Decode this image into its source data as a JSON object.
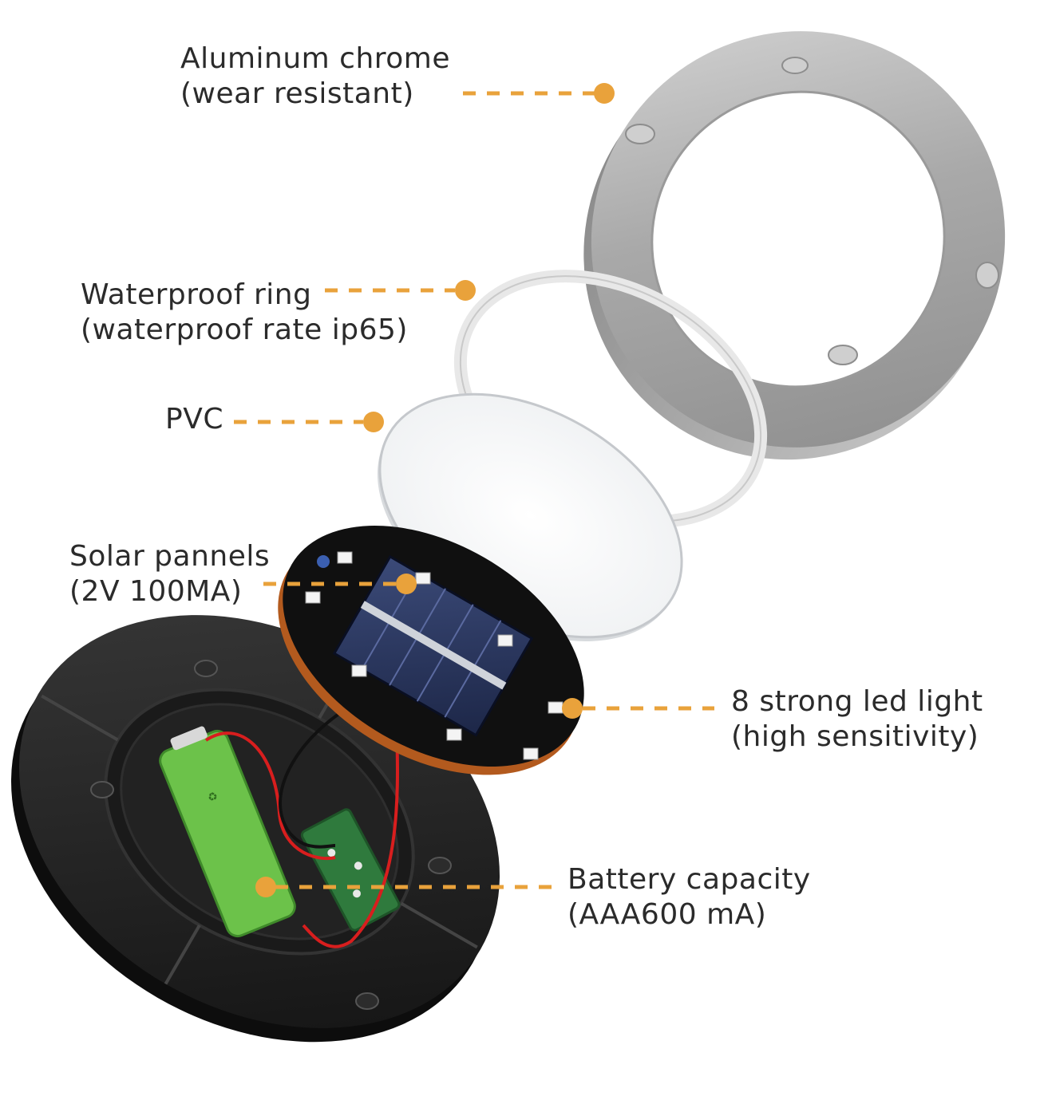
{
  "colors": {
    "callout": "#E9A23B",
    "text": "#2b2b2b",
    "metal": "#b8b8b8",
    "housing": "#1c1c1c",
    "battery": "#6cc24a",
    "wire_red": "#d81e1e"
  },
  "callouts": {
    "aluminum": {
      "line1": "Aluminum chrome",
      "line2": "(wear resistant)"
    },
    "waterproof": {
      "line1": "Waterproof ring",
      "line2": "(waterproof rate ip65)"
    },
    "pvc": {
      "line1": "PVC"
    },
    "solar": {
      "line1": "Solar pannels",
      "line2": "(2V 100MA)"
    },
    "led": {
      "line1": "8 strong led light",
      "line2": "(high sensitivity)"
    },
    "battery": {
      "line1": "Battery capacity",
      "line2": "(AAA600 mA)"
    }
  },
  "parts": [
    {
      "name": "Aluminum chrome ring",
      "icon": "metal-ring"
    },
    {
      "name": "Waterproof ring",
      "icon": "seal-ring"
    },
    {
      "name": "PVC cover",
      "icon": "clear-disc"
    },
    {
      "name": "Solar panel board",
      "icon": "solar-board"
    },
    {
      "name": "Housing base",
      "icon": "black-housing"
    }
  ]
}
